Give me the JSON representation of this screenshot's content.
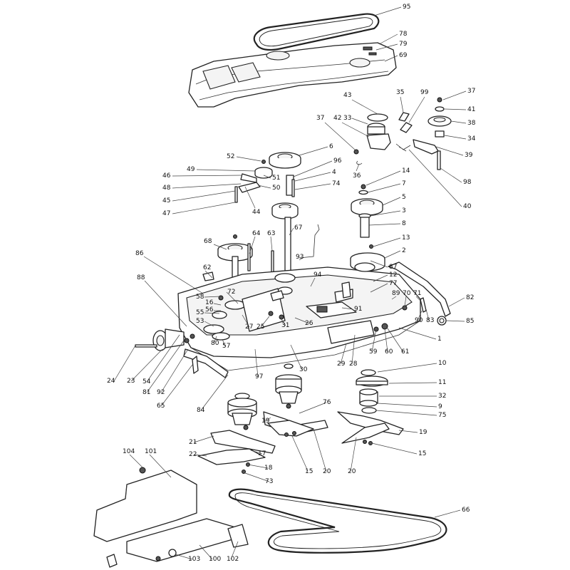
{
  "callouts": [
    {
      "label": "95"
    },
    {
      "label": "78"
    },
    {
      "label": "79"
    },
    {
      "label": "69"
    },
    {
      "label": "43"
    },
    {
      "label": "35"
    },
    {
      "label": "99"
    },
    {
      "label": "37"
    },
    {
      "label": "41"
    },
    {
      "label": "38"
    },
    {
      "label": "34"
    },
    {
      "label": "39"
    },
    {
      "label": "33"
    },
    {
      "label": "42"
    },
    {
      "label": "37"
    },
    {
      "label": "36"
    },
    {
      "label": "98"
    },
    {
      "label": "40"
    },
    {
      "label": "6"
    },
    {
      "label": "52"
    },
    {
      "label": "49"
    },
    {
      "label": "96"
    },
    {
      "label": "46"
    },
    {
      "label": "51"
    },
    {
      "label": "4"
    },
    {
      "label": "48"
    },
    {
      "label": "50"
    },
    {
      "label": "74"
    },
    {
      "label": "45"
    },
    {
      "label": "44"
    },
    {
      "label": "47"
    },
    {
      "label": "14"
    },
    {
      "label": "7"
    },
    {
      "label": "5"
    },
    {
      "label": "3"
    },
    {
      "label": "8"
    },
    {
      "label": "13"
    },
    {
      "label": "2"
    },
    {
      "label": "64"
    },
    {
      "label": "63"
    },
    {
      "label": "67"
    },
    {
      "label": "68"
    },
    {
      "label": "86"
    },
    {
      "label": "93"
    },
    {
      "label": "62"
    },
    {
      "label": "94"
    },
    {
      "label": "87"
    },
    {
      "label": "12"
    },
    {
      "label": "77"
    },
    {
      "label": "88"
    },
    {
      "label": "72"
    },
    {
      "label": "89"
    },
    {
      "label": "70"
    },
    {
      "label": "71"
    },
    {
      "label": "82"
    },
    {
      "label": "58"
    },
    {
      "label": "16"
    },
    {
      "label": "56"
    },
    {
      "label": "55"
    },
    {
      "label": "53"
    },
    {
      "label": "27"
    },
    {
      "label": "25"
    },
    {
      "label": "31"
    },
    {
      "label": "26"
    },
    {
      "label": "91"
    },
    {
      "label": "90"
    },
    {
      "label": "83"
    },
    {
      "label": "85"
    },
    {
      "label": "80"
    },
    {
      "label": "57"
    },
    {
      "label": "1"
    },
    {
      "label": "24"
    },
    {
      "label": "23"
    },
    {
      "label": "54"
    },
    {
      "label": "81"
    },
    {
      "label": "92"
    },
    {
      "label": "65"
    },
    {
      "label": "97"
    },
    {
      "label": "30"
    },
    {
      "label": "29"
    },
    {
      "label": "28"
    },
    {
      "label": "59"
    },
    {
      "label": "60"
    },
    {
      "label": "61"
    },
    {
      "label": "10"
    },
    {
      "label": "11"
    },
    {
      "label": "84"
    },
    {
      "label": "32"
    },
    {
      "label": "76"
    },
    {
      "label": "9"
    },
    {
      "label": "75"
    },
    {
      "label": "19"
    },
    {
      "label": "19"
    },
    {
      "label": "21"
    },
    {
      "label": "17"
    },
    {
      "label": "22"
    },
    {
      "label": "18"
    },
    {
      "label": "15"
    },
    {
      "label": "15"
    },
    {
      "label": "20"
    },
    {
      "label": "20"
    },
    {
      "label": "73"
    },
    {
      "label": "104"
    },
    {
      "label": "101"
    },
    {
      "label": "66"
    },
    {
      "label": "100"
    },
    {
      "label": "103"
    },
    {
      "label": "102"
    }
  ]
}
